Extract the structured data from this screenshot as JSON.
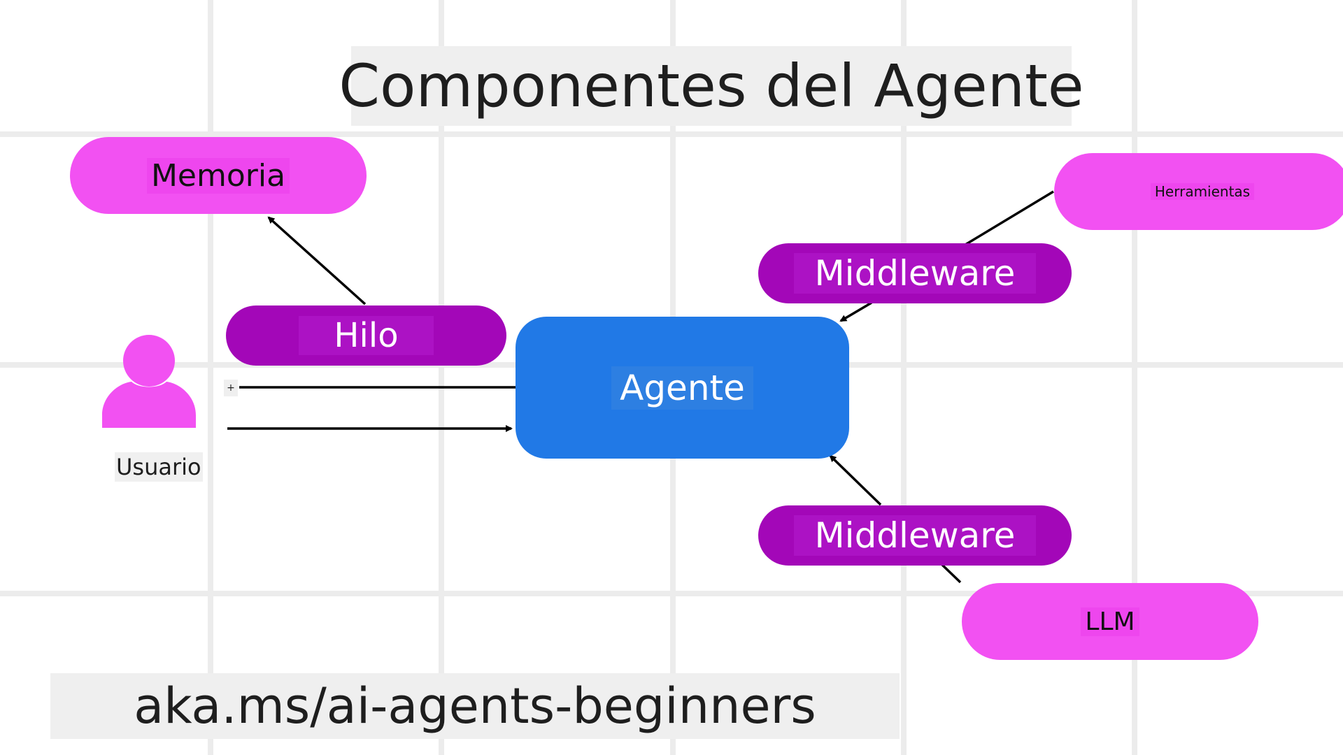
{
  "title": "Componentes del Agente",
  "footer_url": "aka.ms/ai-agents-beginners",
  "nodes": {
    "memory": "Memoria",
    "thread": "Hilo",
    "agent": "Agente",
    "tools": "Herramientas",
    "middleware_top": "Middleware",
    "middleware_bottom": "Middleware",
    "llm": "LLM",
    "user": "Usuario",
    "plus": "+"
  },
  "colors": {
    "pink_node": "#f251f2",
    "purple_node": "#a307b8",
    "agent_node": "#2179e6",
    "grid": "#ececec",
    "arrow": "#000000"
  },
  "icons": {
    "user": "user-icon"
  }
}
